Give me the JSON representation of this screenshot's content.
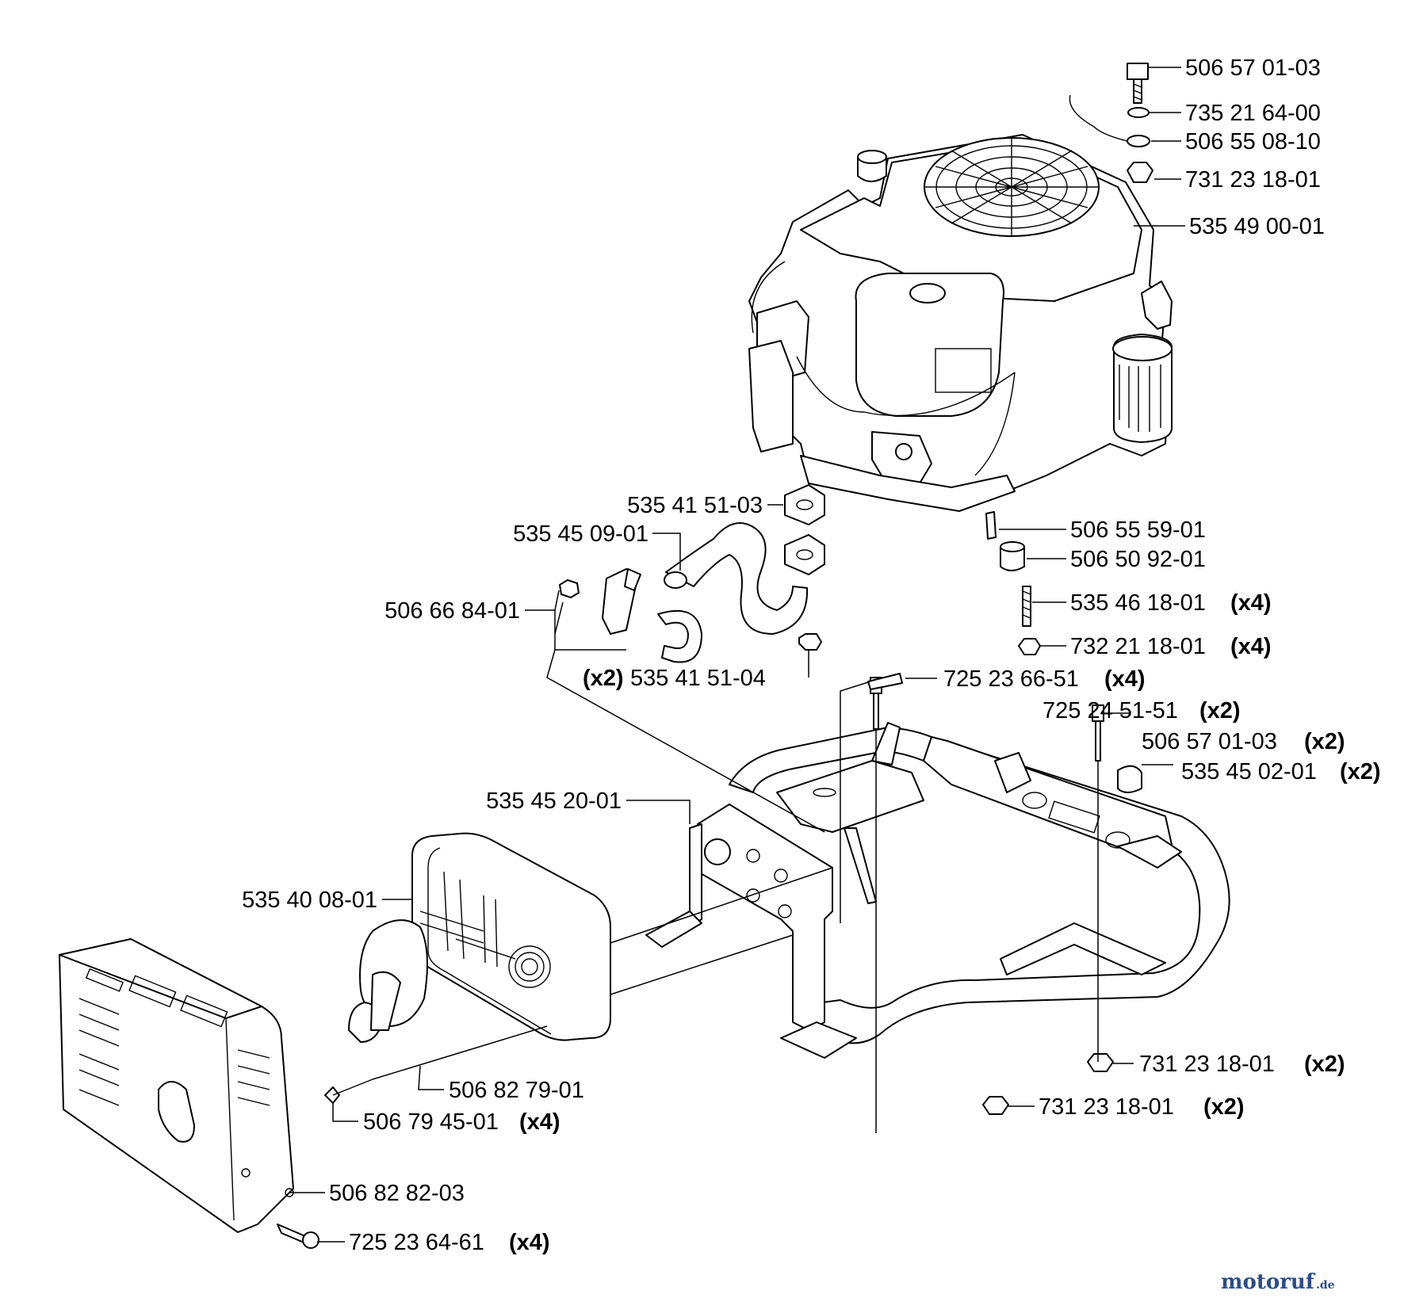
{
  "callouts": [
    {
      "id": "c1",
      "number": "506 57 01-03",
      "qty": ""
    },
    {
      "id": "c2",
      "number": "735 21 64-00",
      "qty": ""
    },
    {
      "id": "c3",
      "number": "506 55 08-10",
      "qty": ""
    },
    {
      "id": "c4",
      "number": "731 23 18-01",
      "qty": ""
    },
    {
      "id": "c5",
      "number": "535 49 00-01",
      "qty": ""
    },
    {
      "id": "c6",
      "number": "535 41 51-03",
      "qty": ""
    },
    {
      "id": "c7",
      "number": "535 45 09-01",
      "qty": ""
    },
    {
      "id": "c8",
      "number": "506 55 59-01",
      "qty": ""
    },
    {
      "id": "c9",
      "number": "506 50 92-01",
      "qty": ""
    },
    {
      "id": "c10",
      "number": "535 46 18-01",
      "qty": "(x4)"
    },
    {
      "id": "c11",
      "number": "506 66 84-01",
      "qty": ""
    },
    {
      "id": "c12",
      "number": "732 21 18-01",
      "qty": "(x4)"
    },
    {
      "id": "c13",
      "number": "535 41 51-04",
      "qty": "(x2)"
    },
    {
      "id": "c14",
      "number": "725 23 66-51",
      "qty": "(x4)"
    },
    {
      "id": "c15",
      "number": "725 24 51-51",
      "qty": "(x2)"
    },
    {
      "id": "c16",
      "number": "506 57 01-03",
      "qty": "(x2)"
    },
    {
      "id": "c17",
      "number": "535 45 02-01",
      "qty": "(x2)"
    },
    {
      "id": "c18",
      "number": "535 45 20-01",
      "qty": ""
    },
    {
      "id": "c19",
      "number": "535 40 08-01",
      "qty": ""
    },
    {
      "id": "c20",
      "number": "731 23 18-01",
      "qty": "(x2)"
    },
    {
      "id": "c21",
      "number": "506 82 79-01",
      "qty": ""
    },
    {
      "id": "c22",
      "number": "731 23 18-01",
      "qty": "(x2)"
    },
    {
      "id": "c23",
      "number": "506 79 45-01",
      "qty": "(x4)"
    },
    {
      "id": "c24",
      "number": "506 82 82-03",
      "qty": ""
    },
    {
      "id": "c25",
      "number": "725 23 64-61",
      "qty": "(x4)"
    }
  ],
  "watermark": {
    "text": "motoruf",
    "suffix": ".de"
  },
  "colors": {
    "line": "#000000",
    "background": "#ffffff",
    "watermark": "#2a4d8f"
  }
}
